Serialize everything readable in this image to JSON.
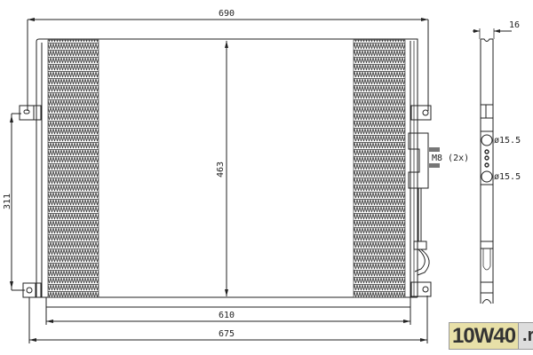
{
  "dimensions": {
    "overall_width": "690",
    "core_height": "463",
    "core_width": "610",
    "bracket_span": "675",
    "bracket_height": "311",
    "depth": "16"
  },
  "annotations": {
    "bolt": "M8 (2x)",
    "port_upper": "ø15.5",
    "port_lower": "ø15.5"
  },
  "logo": {
    "main": "10W40",
    "suffix": ".ru"
  }
}
